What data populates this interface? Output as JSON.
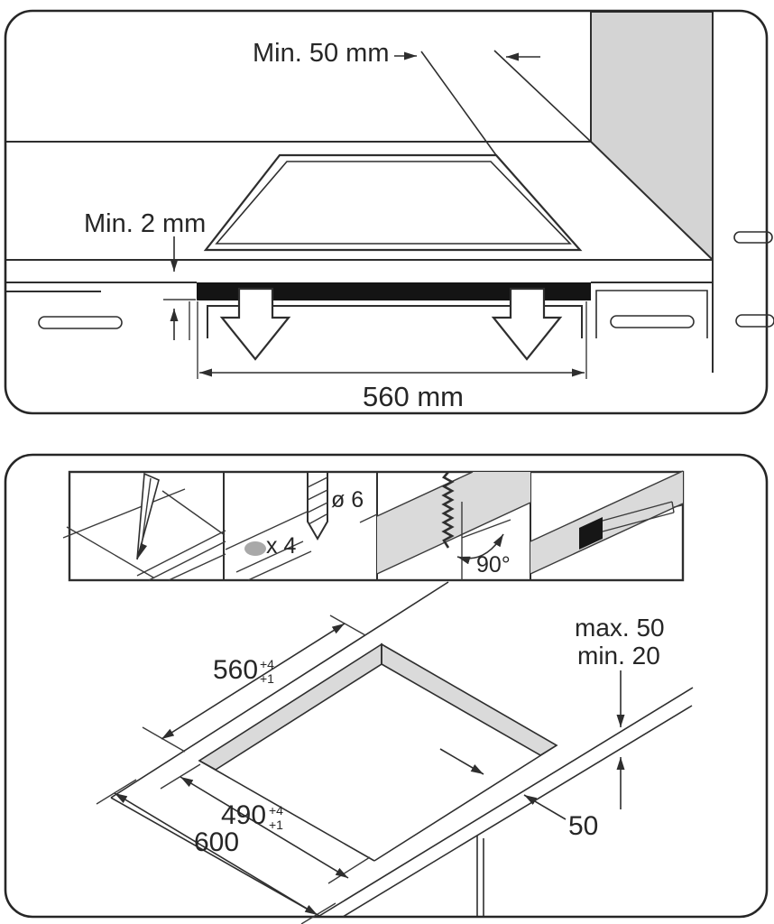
{
  "top_panel": {
    "clearance_wall": "Min. 50 mm",
    "clearance_below": "Min. 2 mm",
    "cutout_width": "560 mm"
  },
  "steps": {
    "drill_diameter": "ø 6",
    "hole_count": "x 4",
    "saw_angle": "90°"
  },
  "bottom_panel": {
    "cutout_width": "560",
    "cutout_width_tol_upper": "+4",
    "cutout_width_tol_lower": "+1",
    "cutout_depth": "490",
    "cutout_depth_tol_upper": "+4",
    "cutout_depth_tol_lower": "+1",
    "worktop_depth": "600",
    "edge_thickness_max": "max. 50",
    "edge_thickness_min": "min. 20",
    "front_clearance": "50"
  },
  "colors": {
    "line": "#2e2e2e",
    "wall_gray": "#d4d4d4",
    "band_gray": "#dadada",
    "hob_black": "#141414"
  }
}
